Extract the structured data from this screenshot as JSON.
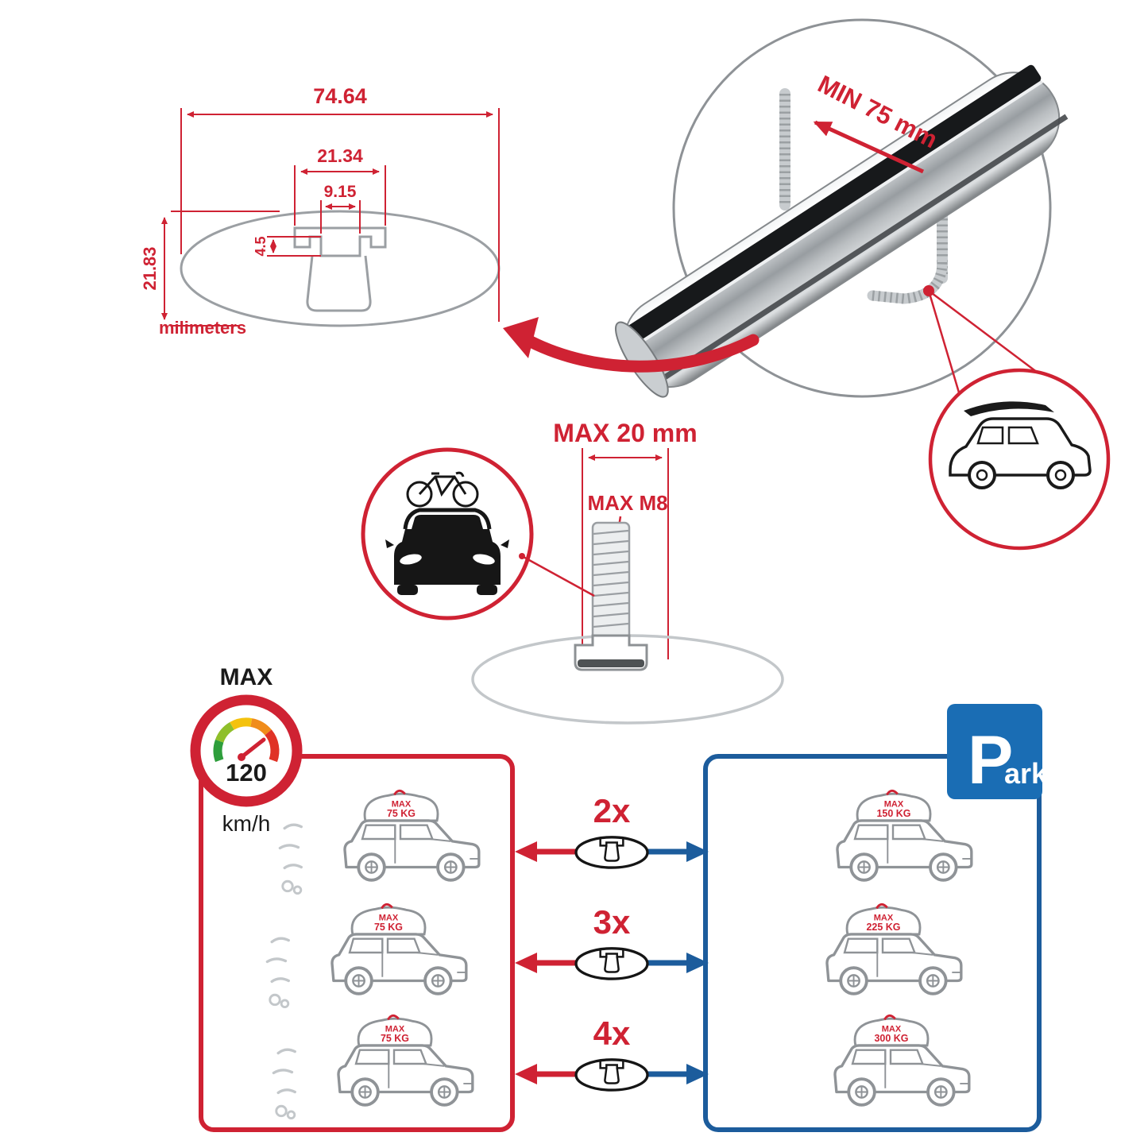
{
  "colors": {
    "accent_red": "#cf2233",
    "accent_blue": "#1c5c9c",
    "sign_blue": "#1a6db4",
    "line_gray": "#9b9fa3"
  },
  "dimensions": {
    "total_width": "74.64",
    "outer_slot_width": "21.34",
    "inner_slot_width": "9.15",
    "step_depth": "4.5",
    "total_height": "21.83",
    "unit": "milimeters"
  },
  "clamp": {
    "min_label": "MIN 75 mm"
  },
  "bolt": {
    "max_width": "MAX 20 mm",
    "max_thread": "MAX M8"
  },
  "speed": {
    "label": "MAX",
    "value": "120",
    "unit": "km/h"
  },
  "parking": {
    "letter": "P",
    "rest": "ark"
  },
  "multipliers": [
    "2x",
    "3x",
    "4x"
  ],
  "loads_moving": [
    {
      "label": "MAX",
      "value": "75 KG"
    },
    {
      "label": "MAX",
      "value": "75 KG"
    },
    {
      "label": "MAX",
      "value": "75 KG"
    }
  ],
  "loads_parked": [
    {
      "label": "MAX",
      "value": "150 KG"
    },
    {
      "label": "MAX",
      "value": "225 KG"
    },
    {
      "label": "MAX",
      "value": "300 KG"
    }
  ]
}
